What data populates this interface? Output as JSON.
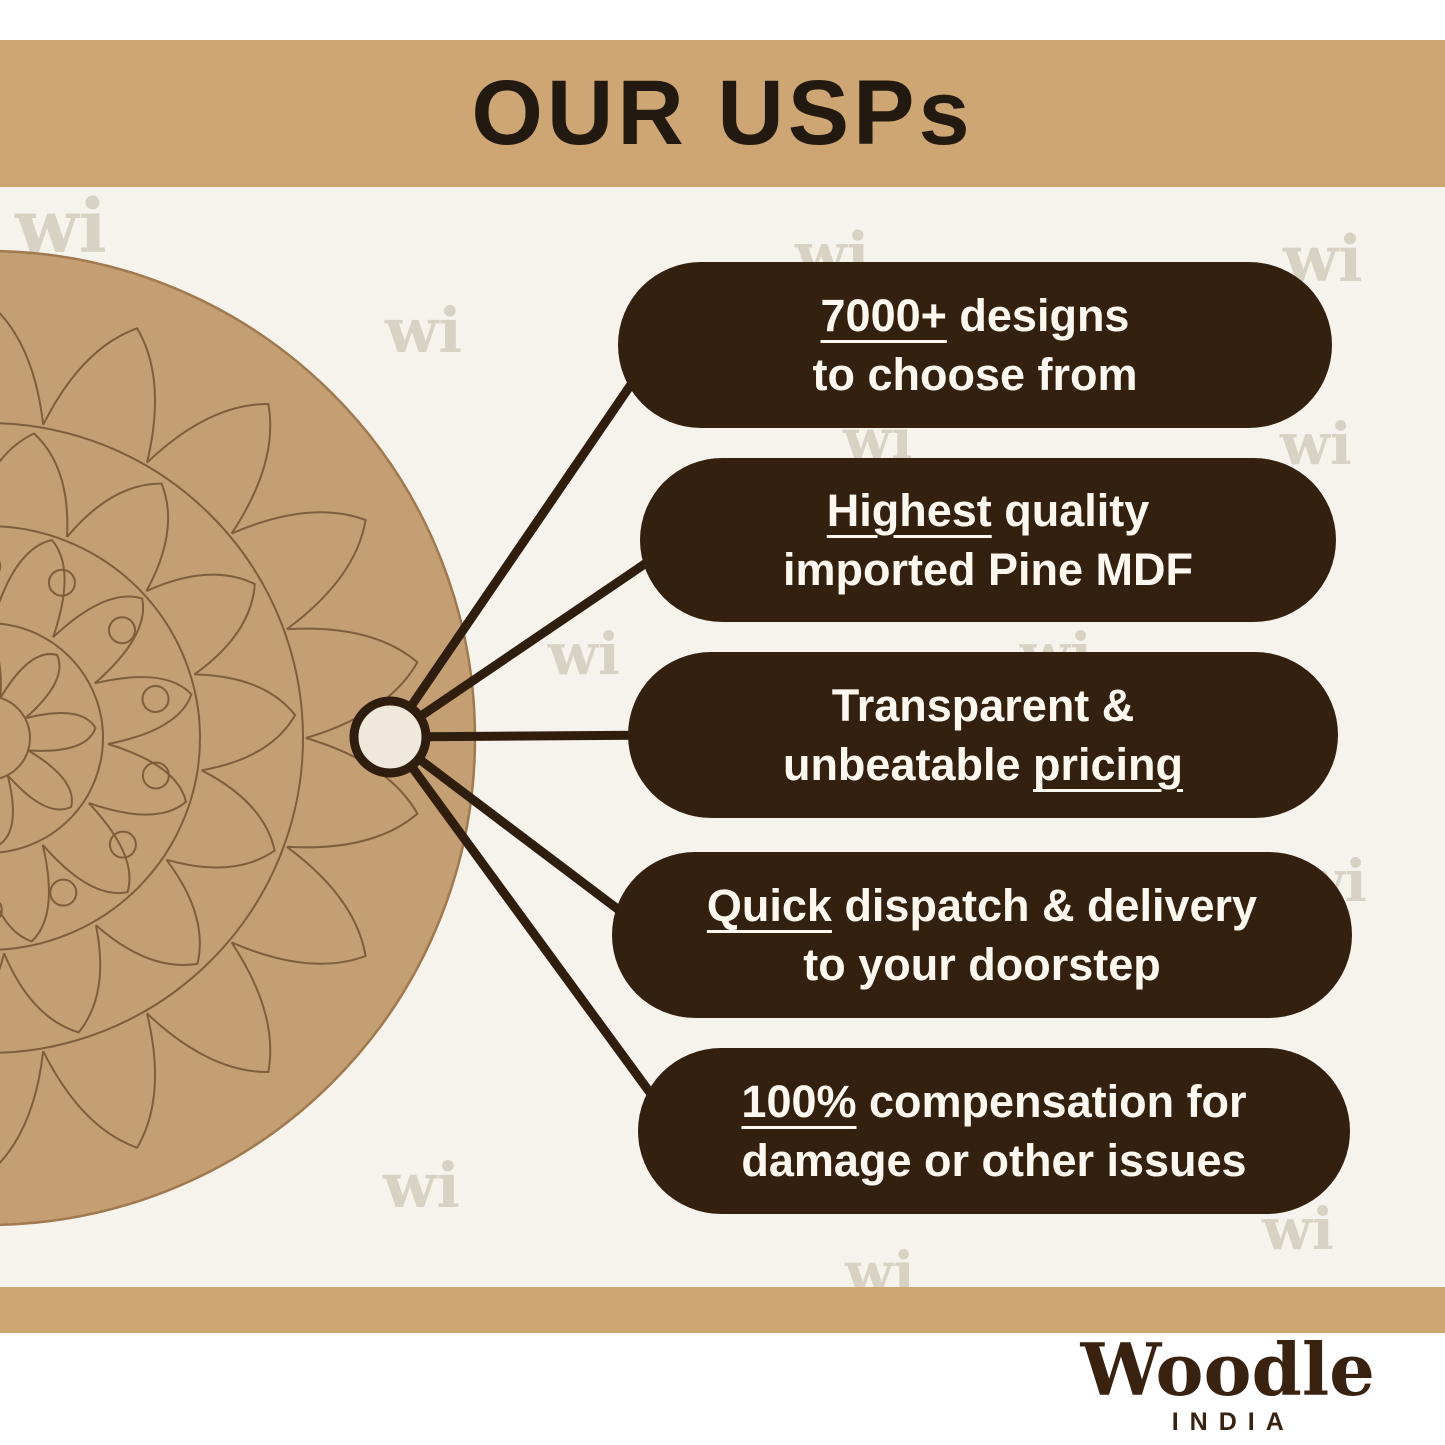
{
  "header": {
    "title": "OUR USPs"
  },
  "usps": [
    {
      "lines": [
        [
          {
            "text": "7000+",
            "underline": true
          },
          {
            "text": " designs",
            "underline": false
          }
        ],
        [
          {
            "text": "to choose from",
            "underline": false
          }
        ]
      ]
    },
    {
      "lines": [
        [
          {
            "text": "Highest",
            "underline": true
          },
          {
            "text": " quality",
            "underline": false
          }
        ],
        [
          {
            "text": "imported Pine MDF",
            "underline": false
          }
        ]
      ]
    },
    {
      "lines": [
        [
          {
            "text": "Transparent &",
            "underline": false
          }
        ],
        [
          {
            "text": "unbeatable ",
            "underline": false
          },
          {
            "text": "pricing",
            "underline": true
          }
        ]
      ]
    },
    {
      "lines": [
        [
          {
            "text": "Quick",
            "underline": true
          },
          {
            "text": " dispatch & delivery",
            "underline": false
          }
        ],
        [
          {
            "text": "to your doorstep",
            "underline": false
          }
        ]
      ]
    },
    {
      "lines": [
        [
          {
            "text": "100%",
            "underline": true
          },
          {
            "text": " compensation for",
            "underline": false
          }
        ],
        [
          {
            "text": "damage or other issues",
            "underline": false
          }
        ]
      ]
    }
  ],
  "watermark_text": "wi",
  "footer": {
    "brand": "Woodle",
    "country": "INDIA"
  },
  "colors": {
    "banner": "#cea673",
    "background": "#f6f3ed",
    "pill": "#33200f",
    "pill_text": "#fcf8ef",
    "board": "#c59f74",
    "mandala_stroke": "#7e5e3b",
    "connector": "#2f1d0e",
    "hub_fill": "#efe9dc",
    "title_text": "#221a11",
    "watermark": "#d7d2c3",
    "brand_text": "#39220f"
  }
}
